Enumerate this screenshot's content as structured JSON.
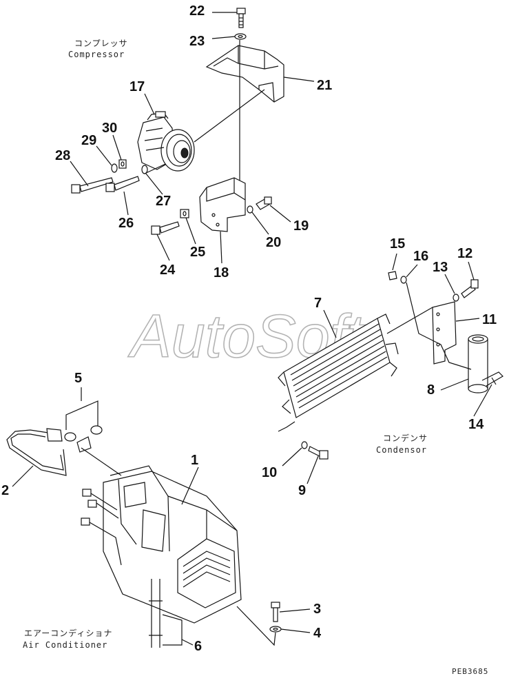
{
  "watermark": "AutoSoft",
  "drawing_code": "PEB3685",
  "captions": {
    "compressor_jp": "コンプレッサ",
    "compressor_en": "Compressor",
    "condensor_jp": "コンデンサ",
    "condensor_en": "Condensor",
    "aircon_jp": "エアーコンディショナ",
    "aircon_en": "Air Conditioner"
  },
  "callouts": [
    "1",
    "2",
    "3",
    "4",
    "5",
    "6",
    "7",
    "8",
    "9",
    "10",
    "11",
    "12",
    "13",
    "14",
    "15",
    "16",
    "17",
    "18",
    "19",
    "20",
    "21",
    "22",
    "23",
    "24",
    "25",
    "26",
    "27",
    "28",
    "29",
    "30"
  ]
}
